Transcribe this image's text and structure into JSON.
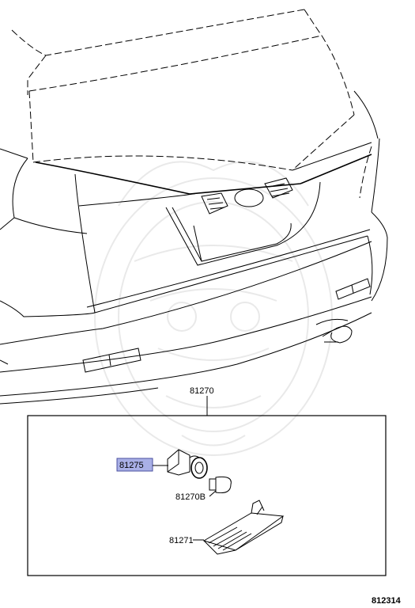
{
  "diagram": {
    "parts": {
      "assembly": "81270",
      "socket": "81275",
      "bulb": "81270B",
      "lens_housing": "81271"
    },
    "highlighted_part": "81275",
    "highlight_color": "#a9b0e6",
    "figure_number": "812314",
    "icons": [
      "car-rear-outline-icon",
      "license-lamp-icon",
      "socket-icon",
      "bulb-icon",
      "lamp-housing-icon",
      "watermark-logo"
    ]
  }
}
